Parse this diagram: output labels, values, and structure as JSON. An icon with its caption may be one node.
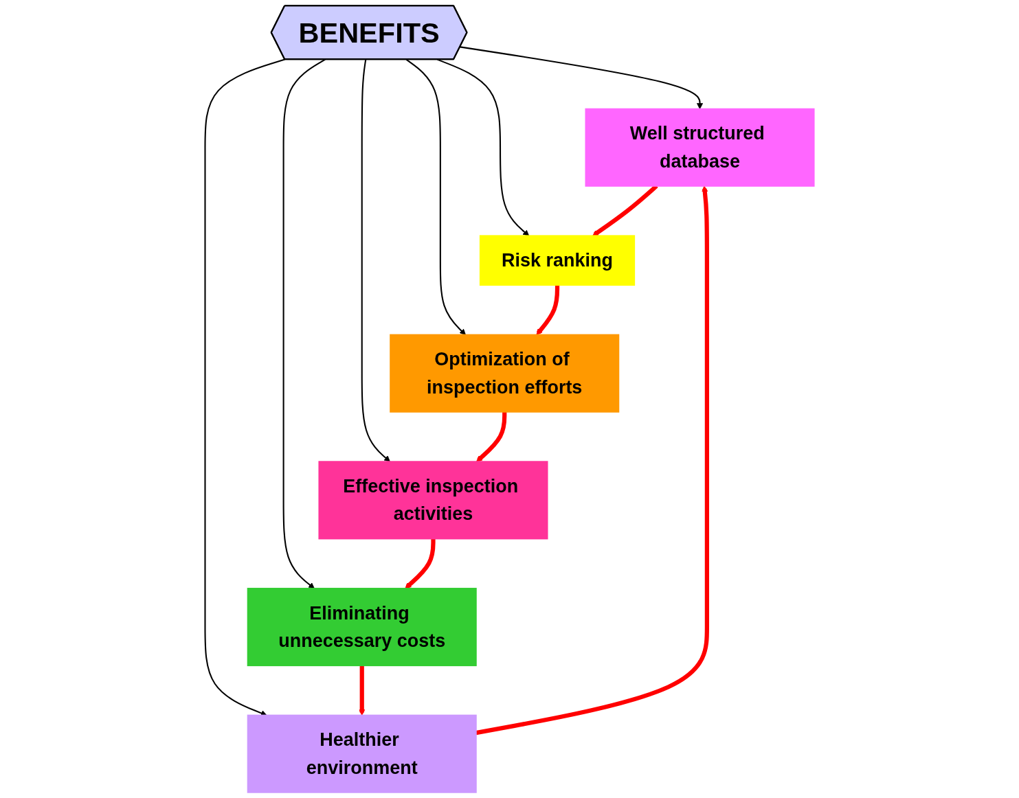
{
  "diagram": {
    "nodes": [
      {
        "text": [
          "BENEFITS"
        ]
      },
      {
        "text": [
          "Well structured database"
        ]
      },
      {
        "text": [
          "Risk ranking"
        ]
      },
      {
        "text": [
          "Optimization of inspection efforts"
        ]
      },
      {
        "text": [
          "Effective inspection activities"
        ]
      },
      {
        "text": [
          "Eliminating unnecessary costs"
        ]
      },
      {
        "text": [
          "Healthier environment"
        ]
      }
    ],
    "edges": [
      {
        "from": 0,
        "to": 1,
        "arrow": "to"
      },
      {
        "from": 0,
        "to": 2,
        "arrow": "to"
      },
      {
        "from": 0,
        "to": 3,
        "arrow": "to"
      },
      {
        "from": 0,
        "to": 4,
        "arrow": "to"
      },
      {
        "from": 0,
        "to": 5,
        "arrow": "to"
      },
      {
        "from": 0,
        "to": 6,
        "arrow": "to"
      },
      {
        "from": 1,
        "to": 2,
        "arrow": "to",
        "style": "thick",
        "color": "#ff0000"
      },
      {
        "from": 2,
        "to": 3,
        "arrow": "to",
        "style": "thick",
        "color": "#ff0000"
      },
      {
        "from": 3,
        "to": 4,
        "arrow": "to",
        "style": "thick",
        "color": "#ff0000"
      },
      {
        "from": 4,
        "to": 5,
        "arrow": "to",
        "style": "thick",
        "color": "#ff0000"
      },
      {
        "from": 5,
        "to": 6,
        "arrow": "to",
        "style": "thick",
        "color": "#ff0000"
      },
      {
        "from": 6,
        "to": 1,
        "arrow": "to",
        "style": "thick",
        "color": "#ff0000"
      }
    ]
  }
}
